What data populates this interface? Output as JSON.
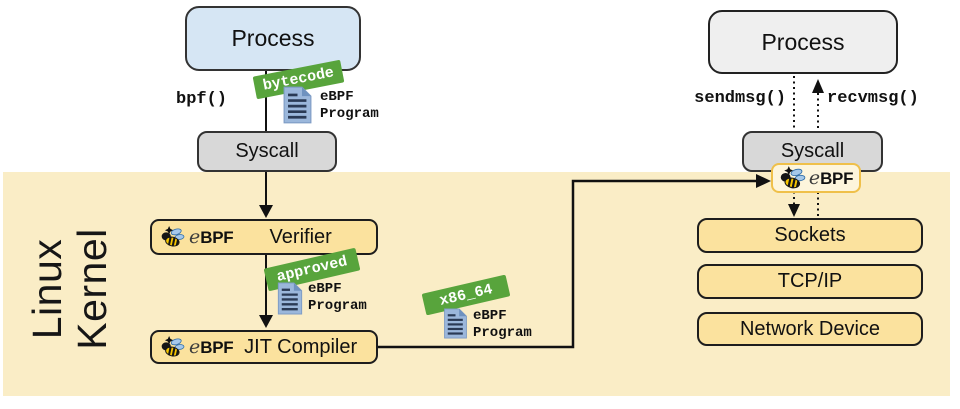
{
  "kernel_region": {
    "label_line1": "Linux",
    "label_line2": "Kernel"
  },
  "ebpf_logo": {
    "e": "e",
    "bpf": "BPF"
  },
  "left_flow": {
    "process": "Process",
    "bpf_syscall": "bpf()",
    "bytecode_ribbon": "bytecode",
    "syscall": "Syscall",
    "verifier": "Verifier",
    "approved_ribbon": "approved",
    "jit_compiler": "JIT Compiler",
    "x86_ribbon": "x86_64"
  },
  "right_flow": {
    "process": "Process",
    "sendmsg": "sendmsg()",
    "recvmsg": "recvmsg()",
    "syscall": "Syscall",
    "stack": [
      {
        "label": "Sockets"
      },
      {
        "label": "TCP/IP"
      },
      {
        "label": "Network Device"
      }
    ]
  },
  "program_label": {
    "line1": "eBPF",
    "line2": "Program"
  },
  "colors": {
    "kernel_band": "#FAEDC6",
    "box_yellow": "#FBE29E",
    "ribbon_green": "#58A43C",
    "process_blue": "#D6E6F4",
    "process_gray": "#EFEFEF",
    "syscall_gray": "#D8D8D8",
    "badge_fill": "#FDF5DC",
    "badge_border": "#EFC04A",
    "doc_icon_blue": "#9BB7DB"
  }
}
